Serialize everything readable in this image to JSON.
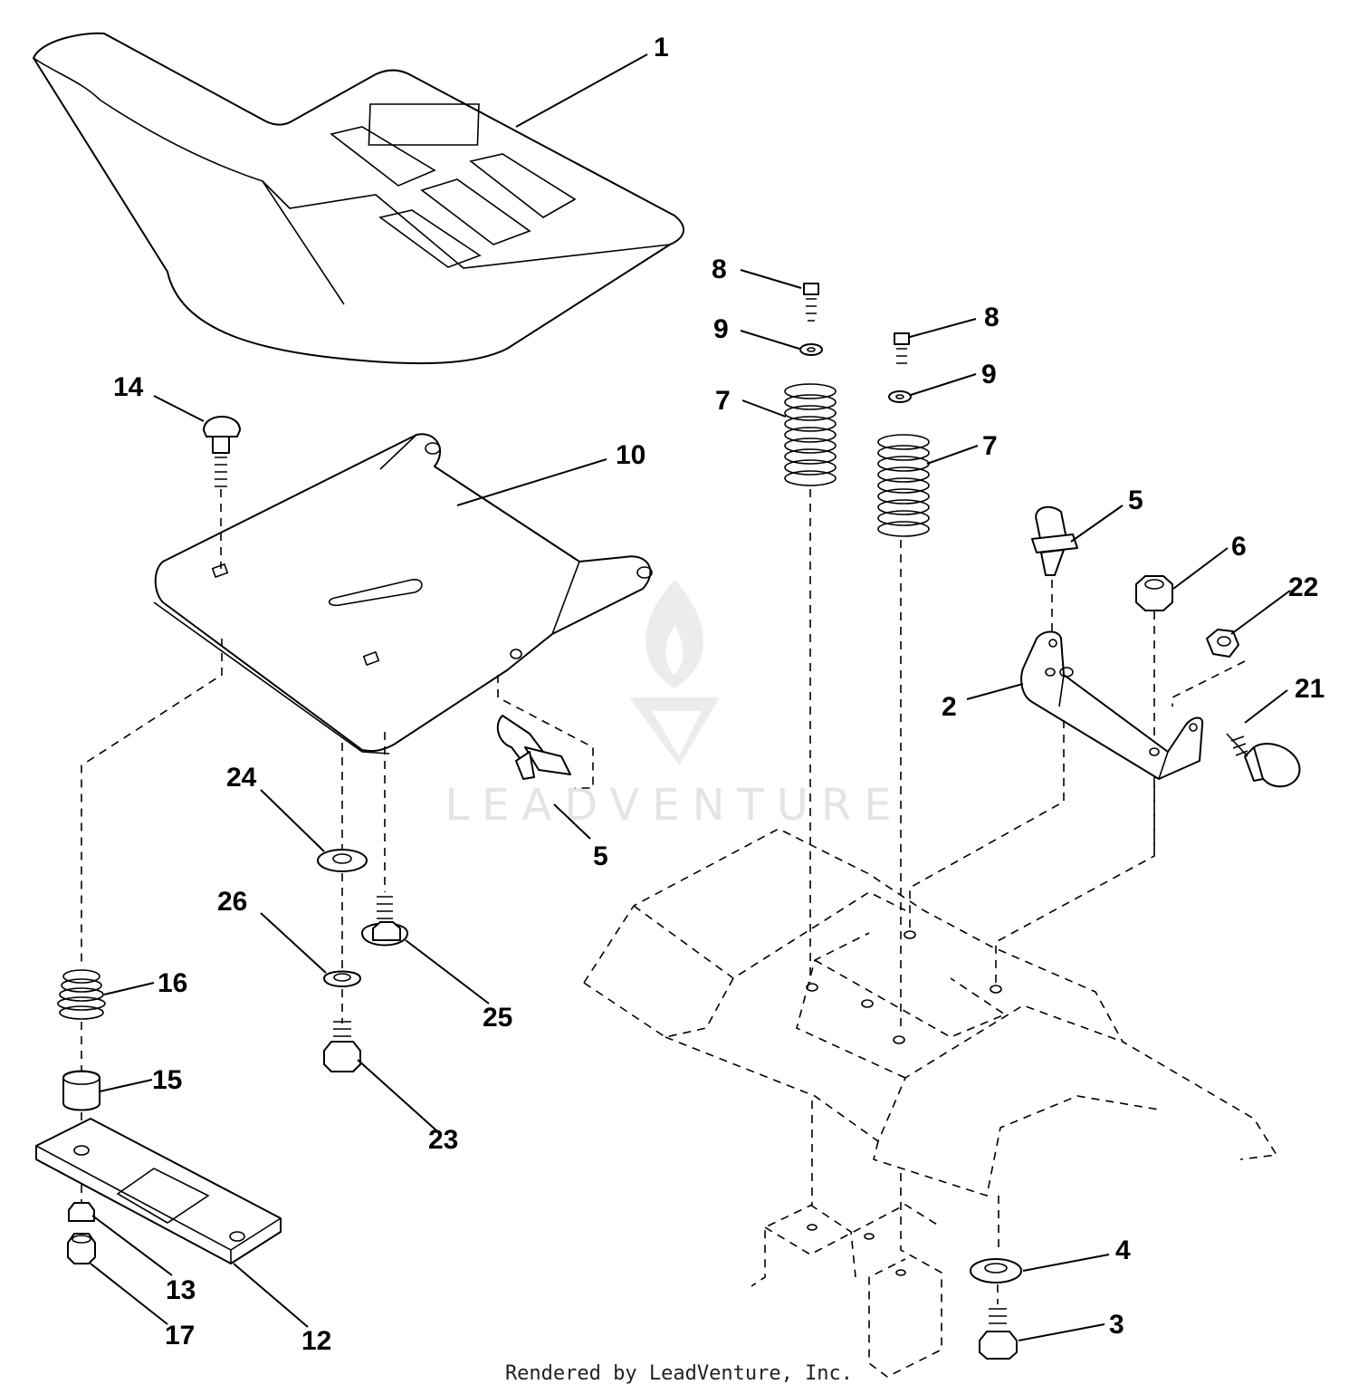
{
  "watermark": {
    "text": "LEADVENTURE",
    "icon": "leadventure-flame-logo"
  },
  "footer": {
    "text": "Rendered by LeadVenture, Inc."
  },
  "callouts": [
    {
      "id": "c1",
      "label": "1"
    },
    {
      "id": "c14",
      "label": "14"
    },
    {
      "id": "c10",
      "label": "10"
    },
    {
      "id": "c8a",
      "label": "8"
    },
    {
      "id": "c9a",
      "label": "9"
    },
    {
      "id": "c7a",
      "label": "7"
    },
    {
      "id": "c8b",
      "label": "8"
    },
    {
      "id": "c9b",
      "label": "9"
    },
    {
      "id": "c7b",
      "label": "7"
    },
    {
      "id": "c5a",
      "label": "5"
    },
    {
      "id": "c6",
      "label": "6"
    },
    {
      "id": "c22",
      "label": "22"
    },
    {
      "id": "c2",
      "label": "2"
    },
    {
      "id": "c21",
      "label": "21"
    },
    {
      "id": "c5b",
      "label": "5"
    },
    {
      "id": "c24",
      "label": "24"
    },
    {
      "id": "c26",
      "label": "26"
    },
    {
      "id": "c25",
      "label": "25"
    },
    {
      "id": "c16",
      "label": "16"
    },
    {
      "id": "c15",
      "label": "15"
    },
    {
      "id": "c23",
      "label": "23"
    },
    {
      "id": "c13",
      "label": "13"
    },
    {
      "id": "c17",
      "label": "17"
    },
    {
      "id": "c12",
      "label": "12"
    },
    {
      "id": "c4",
      "label": "4"
    },
    {
      "id": "c3",
      "label": "3"
    }
  ]
}
